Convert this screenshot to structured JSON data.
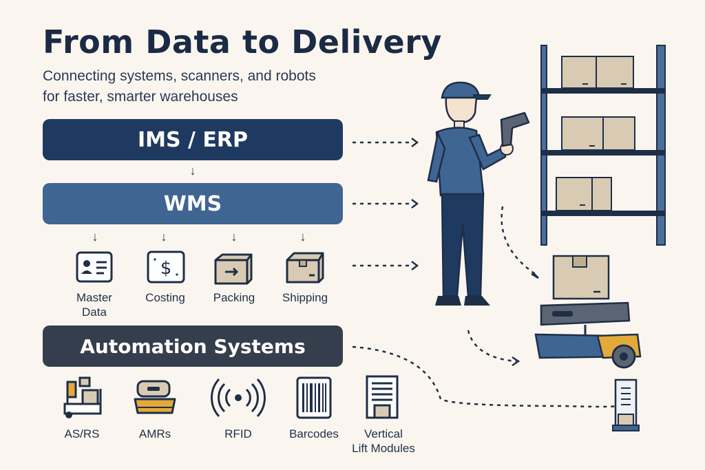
{
  "header": {
    "title": "From Data to Delivery",
    "subtitle_line1": "Connecting systems, scanners, and robots",
    "subtitle_line2": "for faster, smarter warehouses"
  },
  "layers": {
    "ims": "IMS / ERP",
    "wms": "WMS",
    "automation": "Automation Systems"
  },
  "wms_modules": [
    {
      "label": "Master Data",
      "icon": "id-card-icon"
    },
    {
      "label": "Costing",
      "icon": "dollar-icon"
    },
    {
      "label": "Packing",
      "icon": "box-arrow-icon"
    },
    {
      "label": "Shipping",
      "icon": "box-icon"
    }
  ],
  "automation_items": [
    {
      "label": "AS/RS",
      "icon": "asrs-icon"
    },
    {
      "label": "AMRs",
      "icon": "amr-icon"
    },
    {
      "label": "RFID",
      "icon": "rfid-icon"
    },
    {
      "label": "Barcodes",
      "icon": "barcode-icon"
    },
    {
      "label": "Vertical Lift Modules",
      "label_line1": "Vertical",
      "label_line2": "Lift Modules",
      "icon": "vertical-lift-icon"
    }
  ],
  "colors": {
    "background": "#faf6ef",
    "navy": "#1f3a61",
    "blue": "#3f6593",
    "slate": "#353e4c",
    "box": "#d9cbb3",
    "accent_orange": "#e3a93a"
  }
}
